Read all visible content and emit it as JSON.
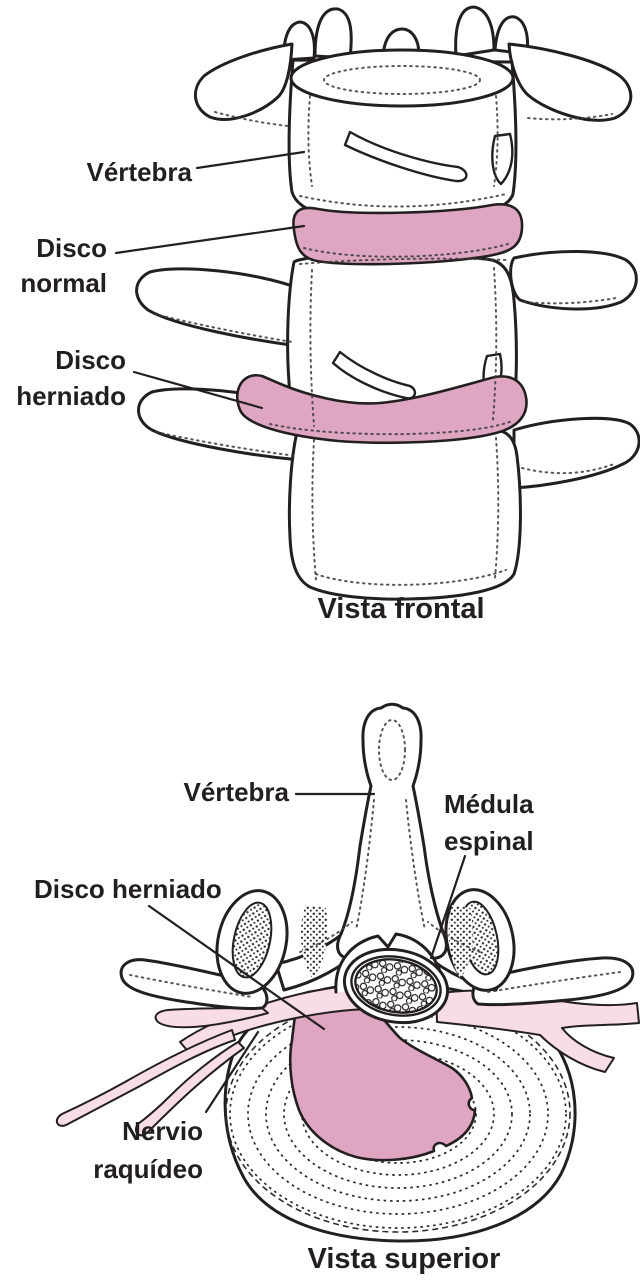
{
  "palette": {
    "background": "#ffffff",
    "ink": "#231f20",
    "disc_pink": "#dfa6c2",
    "nerve_pink": "#f8dce7"
  },
  "frontal_view": {
    "caption": "Vista frontal",
    "labels": {
      "vertebra": "Vértebra",
      "disco_normal": [
        "Disco",
        "normal"
      ],
      "disco_herniado": [
        "Disco",
        "herniado"
      ]
    }
  },
  "superior_view": {
    "caption": "Vista superior",
    "labels": {
      "vertebra": "Vértebra",
      "medula_espinal": [
        "Médula",
        "espinal"
      ],
      "disco_herniado": "Disco herniado",
      "nervio_raquideo": [
        "Nervio",
        "raquídeo"
      ]
    }
  }
}
